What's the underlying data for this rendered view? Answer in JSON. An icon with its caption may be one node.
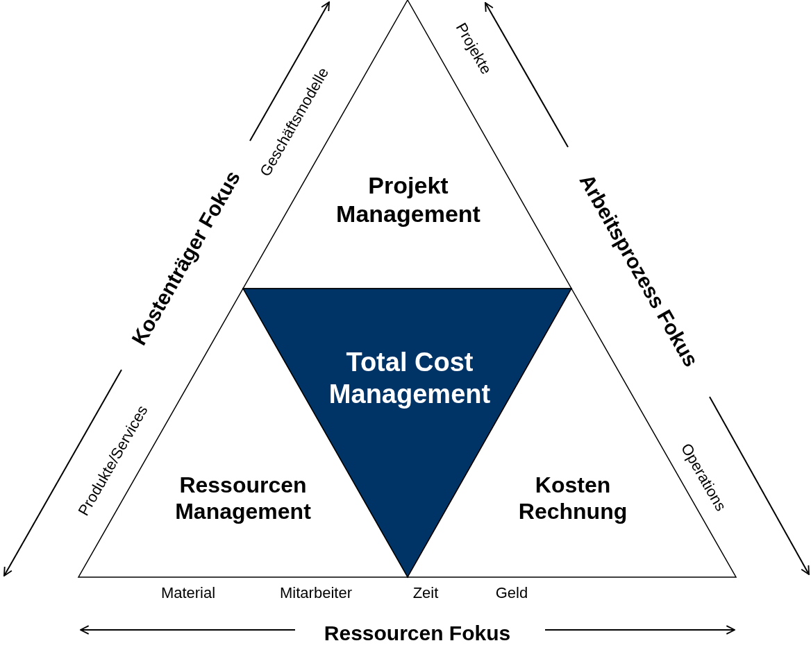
{
  "diagram": {
    "nodes": [
      {
        "text": [
          "Projekt Management"
        ]
      },
      {
        "text": [
          "Total Cost Management"
        ]
      },
      {
        "text": [
          "Ressourcen Management"
        ]
      },
      {
        "text": [
          "Kosten Rechnung"
        ]
      }
    ],
    "labels": [
      "Kostenträger Fokus",
      "Geschäftsmodelle",
      "Produkte/Services",
      "Projekte",
      "Arbeitsprozess Fokus",
      "Operations",
      "Material",
      "Mitarbeiter",
      "Zeit",
      "Geld",
      "Ressourcen Fokus"
    ]
  }
}
